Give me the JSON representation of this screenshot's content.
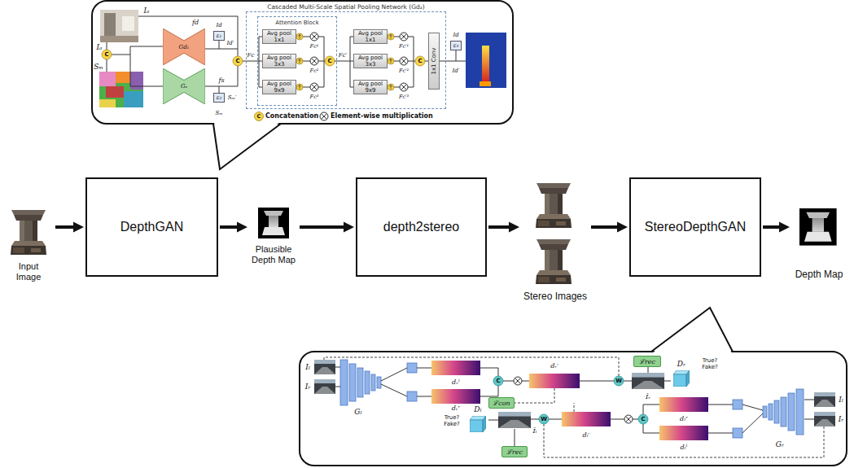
{
  "diagram": {
    "nodes": [
      {
        "text": [
          "Gd₁"
        ]
      },
      {
        "text": [
          "Gₛ"
        ]
      },
      {
        "text": [
          "ε₁"
        ]
      },
      {
        "text": [
          "ε₂"
        ]
      },
      {
        "text": [
          "Cascaded Multi-Scale Spatial Pooling Network (Gd₂)"
        ]
      },
      {
        "text": [
          "Attention Block"
        ],
        "in": 4
      },
      {
        "text": [
          "Avg pool 1x1"
        ],
        "in": 5
      },
      {
        "text": [
          "Avg pool 3x3"
        ],
        "in": 5
      },
      {
        "text": [
          "Avg pool 9x9"
        ],
        "in": 5
      },
      {
        "text": [
          "Avg pool 1x1"
        ],
        "in": 4
      },
      {
        "text": [
          "Avg pool 3x3"
        ],
        "in": 4
      },
      {
        "text": [
          "Avg pool 9x9"
        ],
        "in": 4
      },
      {
        "text": [
          "1x1 Conv"
        ],
        "in": 4
      },
      {
        "text": [
          "ε₃"
        ]
      },
      {
        "text": [
          "Input Image"
        ]
      },
      {
        "text": [
          "DepthGAN"
        ]
      },
      {
        "text": [
          "Plausible Depth Map"
        ]
      },
      {
        "text": [
          "depth2stereo"
        ]
      },
      {
        "text": [
          "Stereo Images"
        ]
      },
      {
        "text": [
          "StereoDepthGAN"
        ]
      },
      {
        "text": [
          "Depth Map"
        ]
      },
      {
        "text": [
          "ℒrec"
        ]
      },
      {
        "text": [
          "Dᵣ"
        ]
      },
      {
        "text": [
          "ℒcon"
        ]
      },
      {
        "text": [
          "Dₗ"
        ]
      },
      {
        "text": [
          "ℒrec"
        ]
      }
    ],
    "edges": [
      {
        "from": 14,
        "to": 15,
        "arrow": "to"
      },
      {
        "from": 15,
        "to": 16,
        "arrow": "to"
      },
      {
        "from": 16,
        "to": 17,
        "arrow": "to"
      },
      {
        "from": 17,
        "to": 18,
        "arrow": "to"
      },
      {
        "from": 18,
        "to": 19,
        "arrow": "to"
      },
      {
        "from": 19,
        "to": 20,
        "arrow": "to"
      }
    ],
    "labels": [
      "Iₐ",
      "Iₐ",
      "Sₘ",
      "C",
      "fd",
      "Id",
      "Id′",
      "fs",
      "Sₘ′",
      "Sₘ",
      "C",
      "Fc",
      "Fc¹",
      "Fc²",
      "Fc³",
      "C",
      "Fc′",
      "Fc′¹",
      "Fc′²",
      "Fc′³",
      "C",
      "Id",
      "Id′",
      "C",
      "Iₗ",
      "Iᵣ",
      "Gₗ",
      "dᵣˡ",
      "dᵣʳ",
      "C",
      "dᵣ′",
      "W",
      "Ĩᵣ",
      "True? Fake?",
      "Iₗ",
      "Iᵣ",
      "Gᵣ",
      "dₗʳ",
      "dₗˡ",
      "C",
      "dₗ′",
      "W",
      "Ĩₗ",
      "True? Fake?"
    ],
    "legend": [
      {
        "text": "Concatenation"
      },
      {
        "text": "Element-wise multiplication"
      }
    ]
  }
}
